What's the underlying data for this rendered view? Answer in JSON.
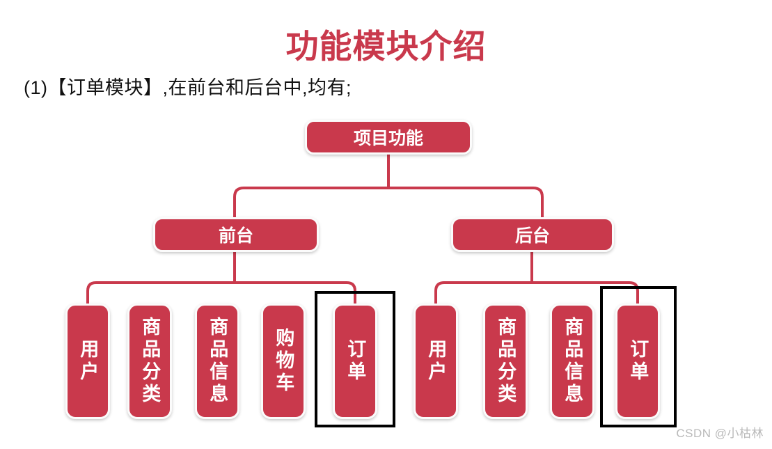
{
  "page": {
    "title": "功能模块介绍",
    "subtitle": "(1)【订单模块】,在前台和后台中,均有;",
    "watermark": "CSDN @小枯林",
    "background_color": "#FFFFFF",
    "accent_color": "#C9394C",
    "node_text_color": "#FFFFFF",
    "node_border_color": "#FBFBFB",
    "highlight_color": "#000000"
  },
  "diagram": {
    "type": "tree",
    "root": {
      "label": "项目功能"
    },
    "branches": [
      {
        "label": "前台",
        "children": [
          {
            "label": "用户",
            "highlighted": false
          },
          {
            "label": "商品分类",
            "highlighted": false
          },
          {
            "label": "商品信息",
            "highlighted": false
          },
          {
            "label": "购物车",
            "highlighted": false
          },
          {
            "label": "订单",
            "highlighted": true
          }
        ]
      },
      {
        "label": "后台",
        "children": [
          {
            "label": "用户",
            "highlighted": false
          },
          {
            "label": "商品分类",
            "highlighted": false
          },
          {
            "label": "商品信息",
            "highlighted": false
          },
          {
            "label": "订单",
            "highlighted": true
          }
        ]
      }
    ]
  }
}
